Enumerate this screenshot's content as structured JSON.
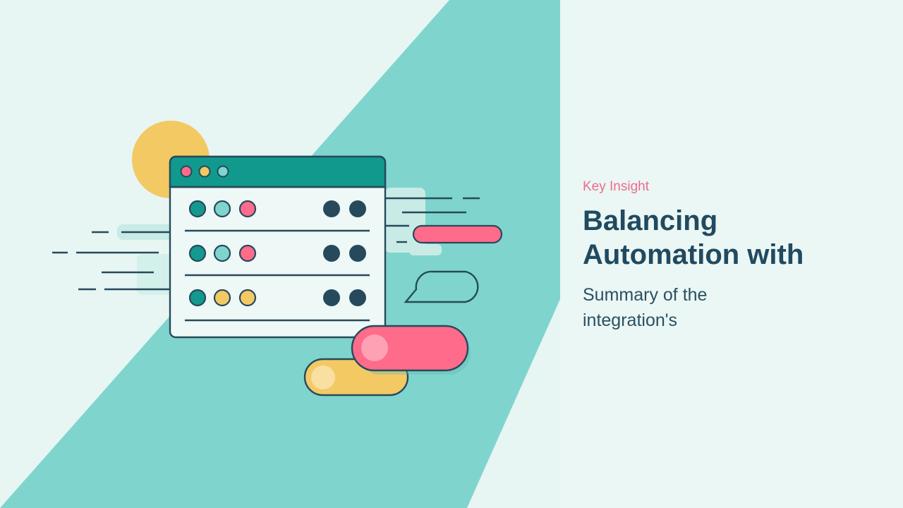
{
  "content": {
    "eyebrow": "Key Insight",
    "title_lines": [
      "Balancing",
      "Automation with"
    ],
    "subtitle_lines": [
      "Summary of the",
      "integration's"
    ]
  },
  "colors": {
    "background": "#e8f7f4",
    "band": "#7fd5cd",
    "window_header": "#11998e",
    "outline": "#264a5c",
    "teal": "#13998f",
    "light_teal": "#7fd5cd",
    "pink": "#ff6b8a",
    "yellow": "#f3c964",
    "dark_dot": "#264a5c"
  },
  "icons": {
    "illustration": "workflow-window-illustration",
    "window_controls": [
      "pink-dot-icon",
      "yellow-dot-icon",
      "teal-dot-icon"
    ],
    "toggle_primary": "pink-toggle-icon",
    "toggle_secondary": "yellow-toggle-icon",
    "chat": "chat-bubble-icon",
    "sun": "sun-circle-icon"
  }
}
